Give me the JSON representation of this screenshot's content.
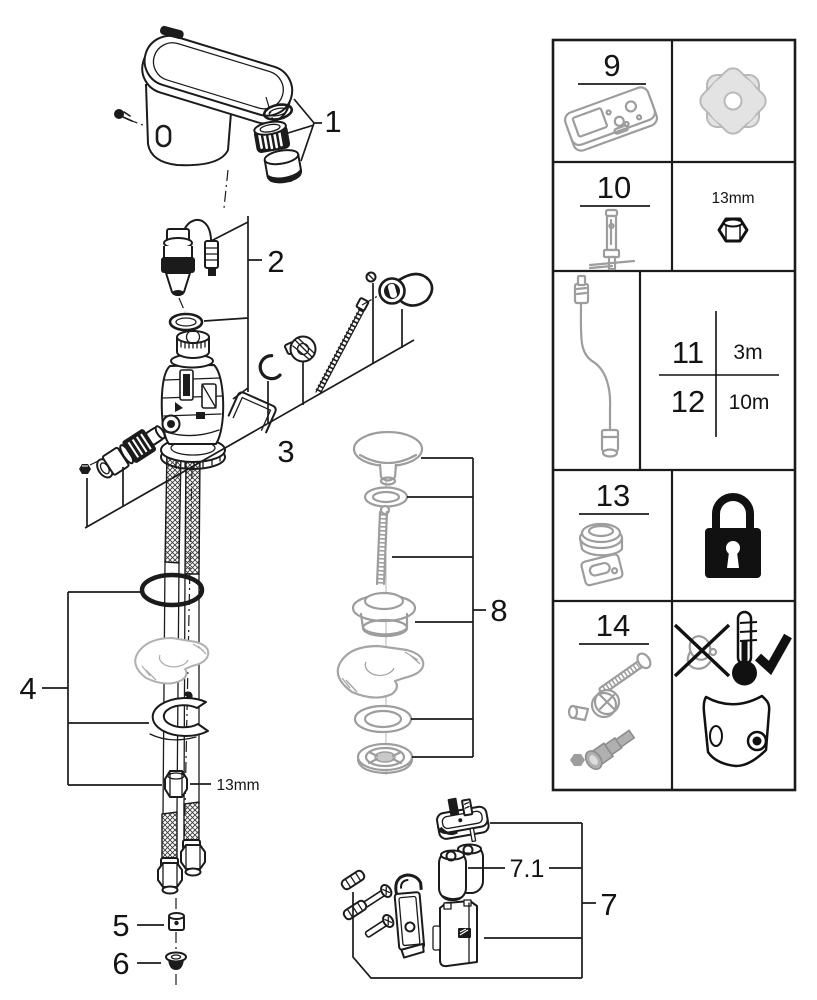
{
  "figure": {
    "type": "exploded-parts-diagram",
    "callouts": {
      "c1": "1",
      "c2": "2",
      "c3": "3",
      "c4": "4",
      "c5": "5",
      "c6": "6",
      "c7": "7",
      "c7_1": "7.1",
      "c8": "8"
    },
    "labels": {
      "hex_nut_size": "13mm"
    }
  },
  "accessory_table": {
    "r9": {
      "num": "9",
      "item_icon": "programming-remote",
      "right_icon": "gear"
    },
    "r10": {
      "num": "10",
      "item_icon": "mounting-tool",
      "right_label": "13mm",
      "right_icon": "hex-nut"
    },
    "r11_12": {
      "item_icon": "extension-cable",
      "num_11": "11",
      "len_11": "3m",
      "num_12": "12",
      "len_12": "10m"
    },
    "r13": {
      "num": "13",
      "item_icon": "push-button-cap",
      "right_icon": "padlock"
    },
    "r14": {
      "num": "14",
      "item_icon": "shut-off-service-parts",
      "right_icons": "no-grease, thermal-disinfection-ok, sensor-cover"
    }
  }
}
